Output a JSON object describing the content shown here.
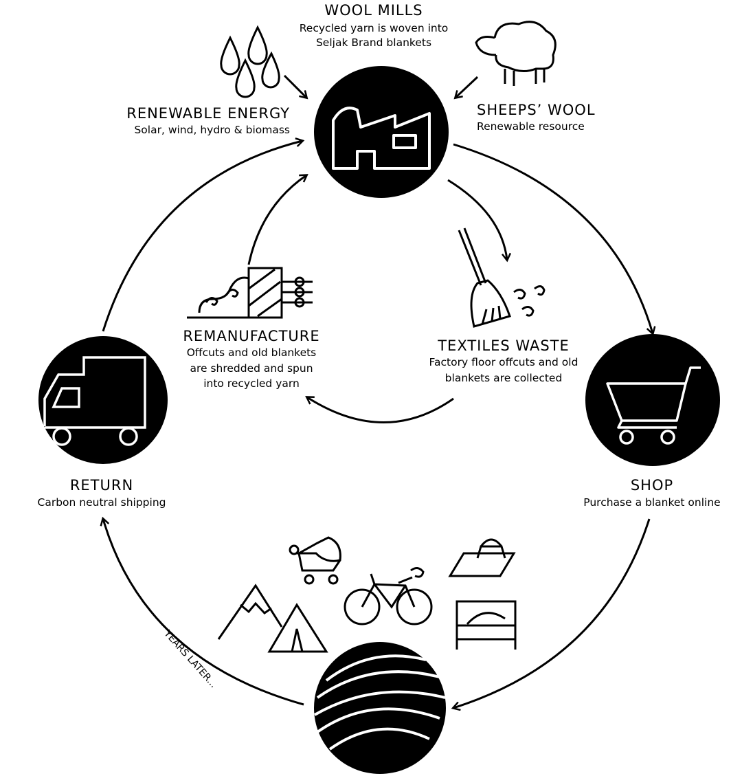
{
  "nodes": {
    "wool_mills": {
      "title": "WOOL MILLS",
      "lines": [
        "Recycled yarn is woven into",
        "Seljak Brand blankets"
      ]
    },
    "renewable_energy": {
      "title": "RENEWABLE ENERGY",
      "lines": [
        "Solar, wind, hydro & biomass"
      ]
    },
    "sheeps_wool": {
      "title": "SHEEPS’ WOOL",
      "lines": [
        "Renewable resource"
      ]
    },
    "textiles_waste": {
      "title": "TEXTILES WASTE",
      "lines": [
        "Factory floor offcuts and old",
        "blankets are collected"
      ]
    },
    "remanufacture": {
      "title": "REMANUFACTURE",
      "lines": [
        "Offcuts and old blankets",
        "are shredded and spun",
        "into recycled yarn"
      ]
    },
    "shop": {
      "title": "SHOP",
      "lines": [
        "Purchase a blanket online"
      ]
    },
    "return": {
      "title": "RETURN",
      "lines": [
        "Carbon neutral shipping"
      ]
    }
  },
  "annotation": "YEARS LATER...",
  "icons": [
    "factory-icon",
    "rain-drops-icon",
    "sheep-icon",
    "broom-icon",
    "shredder-icon",
    "truck-icon",
    "shopping-cart-icon",
    "yarn-ball-icon",
    "pram-icon",
    "bicycle-icon",
    "picnic-icon",
    "bed-icon",
    "mountain-tent-icon"
  ],
  "colors": {
    "ink": "#000000",
    "background": "#ffffff"
  }
}
